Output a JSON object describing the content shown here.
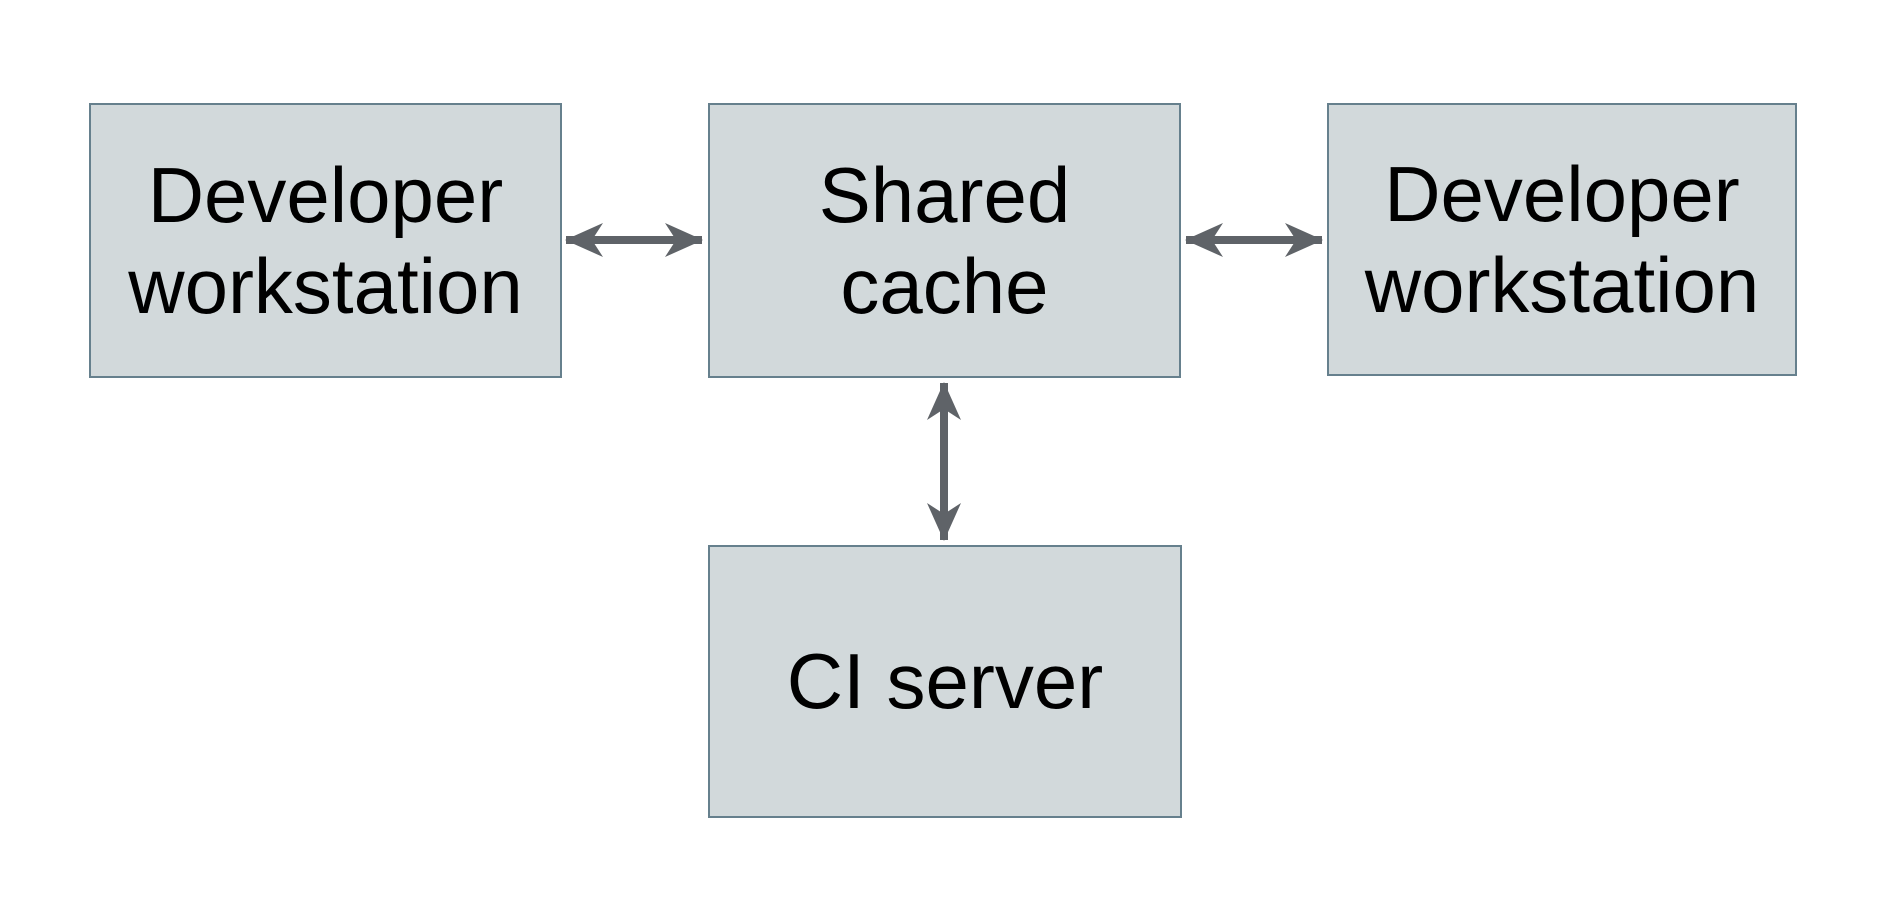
{
  "diagram": {
    "background_color": "#ffffff",
    "nodes": [
      {
        "id": "developer-workstation-left",
        "label": "Developer workstation",
        "lines": [
          "Developer",
          "workstation"
        ]
      },
      {
        "id": "shared-cache",
        "label": "Shared cache",
        "lines": [
          "Shared",
          "cache"
        ]
      },
      {
        "id": "developer-workstation-right",
        "label": "Developer workstation",
        "lines": [
          "Developer",
          "workstation"
        ]
      },
      {
        "id": "ci-server",
        "label": "CI server",
        "lines": [
          "CI server"
        ]
      }
    ],
    "edges": [
      {
        "id": "workstation-left-cache",
        "from": "developer-workstation-left",
        "to": "shared-cache",
        "type": "bidirectional-arrow"
      },
      {
        "id": "cache-workstation-right",
        "from": "shared-cache",
        "to": "developer-workstation-right",
        "type": "bidirectional-arrow"
      },
      {
        "id": "cache-ci-server",
        "from": "shared-cache",
        "to": "ci-server",
        "type": "bidirectional-arrow"
      }
    ],
    "colors": {
      "node_fill": "#d2d9db",
      "node_border": "#66808d",
      "arrow": "#5f6368",
      "text": "#000000"
    }
  }
}
